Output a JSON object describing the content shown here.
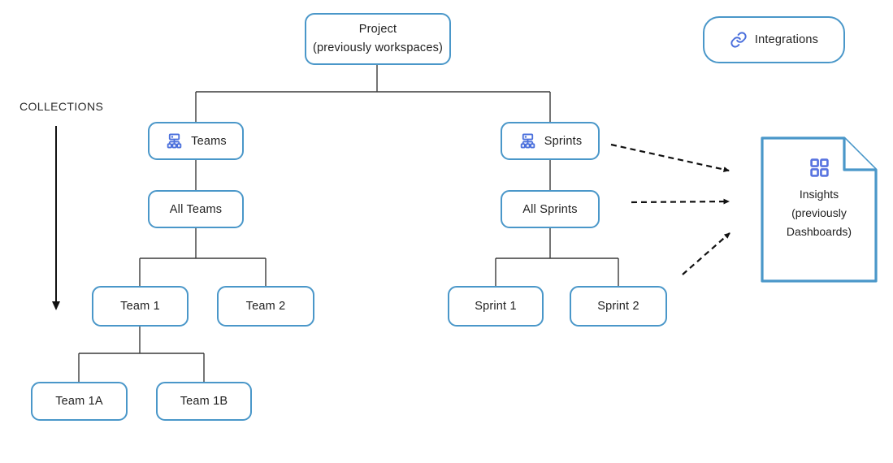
{
  "diagram": {
    "collections_label": "COLLECTIONS",
    "nodes": {
      "project": {
        "line1": "Project",
        "line2": "(previously workspaces)"
      },
      "integrations": {
        "label": "Integrations",
        "icon": "link-icon"
      },
      "teams": {
        "label": "Teams",
        "icon": "sitemap-icon"
      },
      "sprints": {
        "label": "Sprints",
        "icon": "sitemap-icon"
      },
      "all_teams": {
        "label": "All Teams"
      },
      "all_sprints": {
        "label": "All Sprints"
      },
      "team1": {
        "label": "Team 1"
      },
      "team2": {
        "label": "Team 2"
      },
      "sprint1": {
        "label": "Sprint 1"
      },
      "sprint2": {
        "label": "Sprint 2"
      },
      "team1a": {
        "label": "Team 1A"
      },
      "team1b": {
        "label": "Team 1B"
      },
      "insights": {
        "line1": "Insights",
        "line2": "(previously",
        "line3": "Dashboards)",
        "icon": "grid-icon"
      }
    },
    "edges": [
      "project-teams",
      "project-sprints",
      "teams-allteams",
      "sprints-allsprints",
      "allteams-team1",
      "allteams-team2",
      "allsprints-sprint1",
      "allsprints-sprint2",
      "team1-team1a",
      "team1-team1b",
      "sprints-insights (dashed arrow)",
      "allsprints-insights (dashed arrow)",
      "sprint2-insights (dashed arrow)"
    ],
    "colors": {
      "node_border": "#4a97c9",
      "icon_blue": "#4a6fdc",
      "connector": "#3a3a3a",
      "arrow": "#111111",
      "text": "#1f1f1f",
      "background": "#ffffff"
    }
  }
}
